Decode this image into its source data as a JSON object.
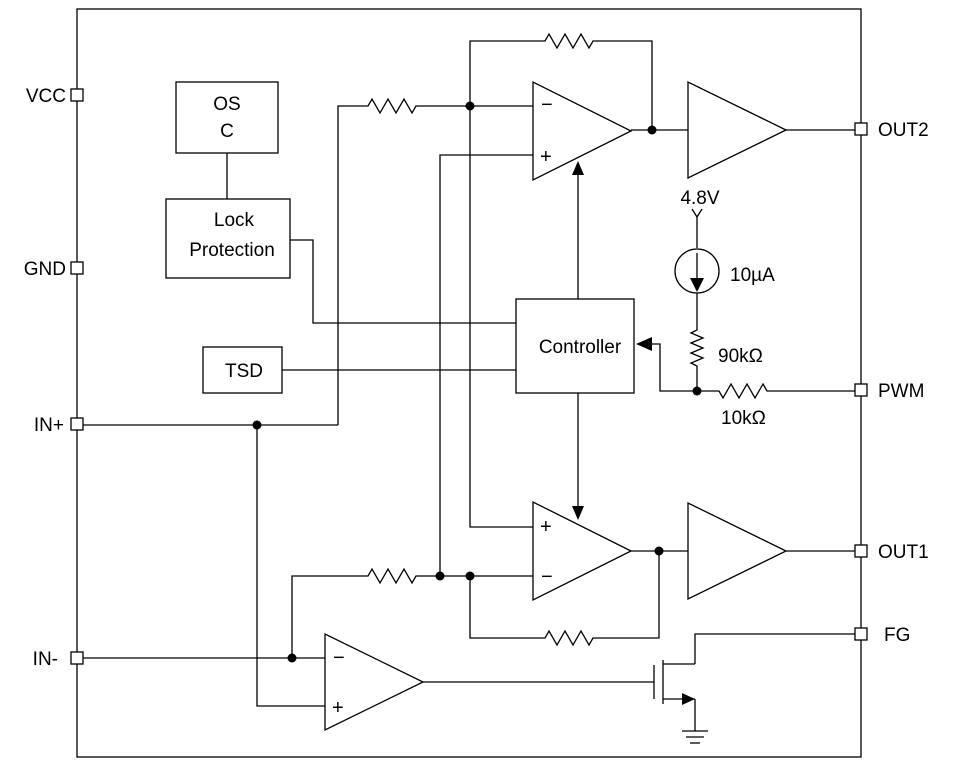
{
  "pins": {
    "vcc": "VCC",
    "gnd": "GND",
    "in_plus": "IN+",
    "in_minus": "IN-",
    "out2": "OUT2",
    "pwm": "PWM",
    "out1": "OUT1",
    "fg": "FG"
  },
  "blocks": {
    "osc_line1": "OS",
    "osc_line2": "C",
    "lock_line1": "Lock",
    "lock_line2": "Protection",
    "tsd": "TSD",
    "controller": "Controller"
  },
  "components": {
    "source_voltage": "4.8V",
    "current_source": "10µA",
    "resistor_90k": "90kΩ",
    "resistor_10k": "10kΩ"
  },
  "signs": {
    "minus": "−",
    "plus": "+"
  }
}
